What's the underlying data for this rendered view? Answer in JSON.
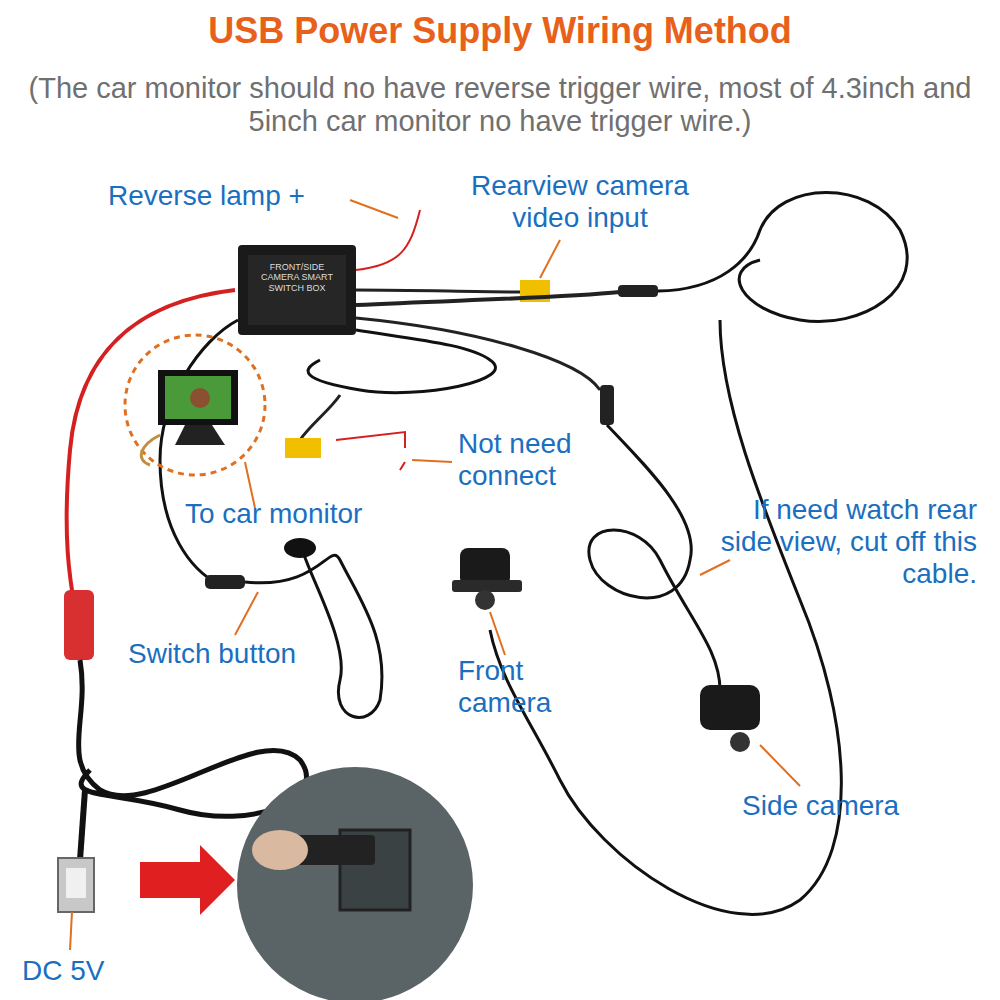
{
  "diagram": {
    "title": "USB Power Supply Wiring Method",
    "labels": [
      "(The car monitor should no have reverse trigger wire, most of 4.3inch and 5inch car monitor no have trigger wire.)",
      "Reverse lamp +",
      "Rearview camera video input",
      "FRONT/SIDE CAMERA SMART SWITCH BOX",
      "Not need connect",
      "To car monitor",
      "If need watch rear side view, cut off this cable.",
      "Switch button",
      "Front camera",
      "Side camera",
      "DC 5V"
    ]
  }
}
